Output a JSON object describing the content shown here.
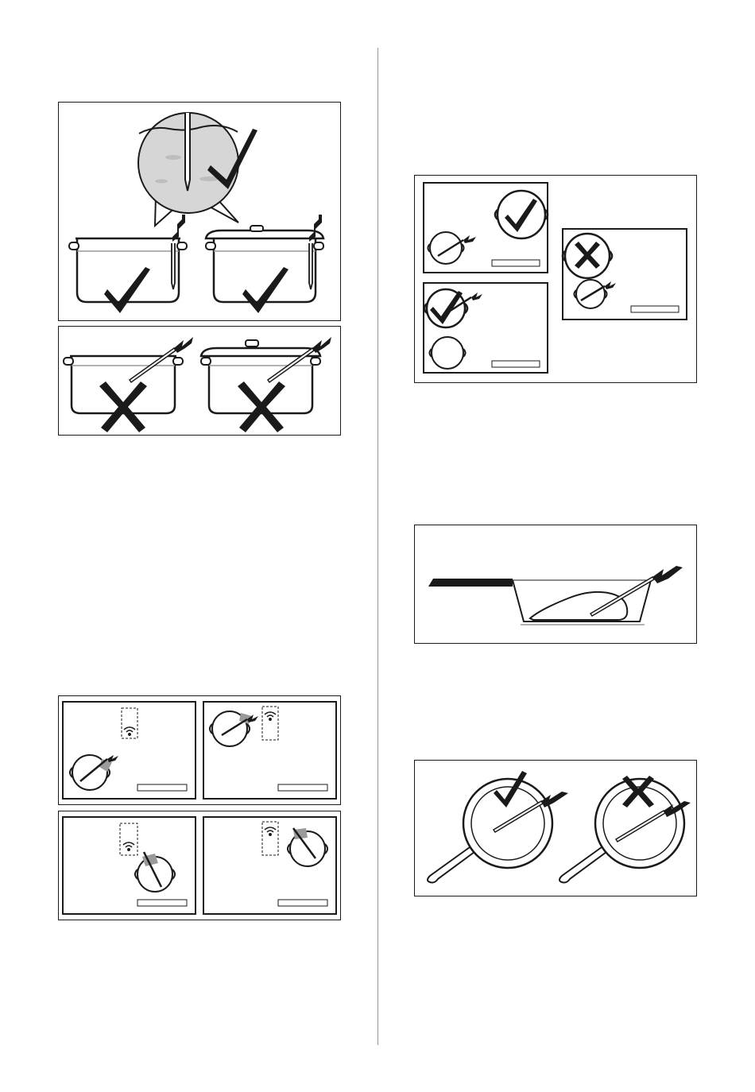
{
  "page": {
    "background": "#ffffff",
    "line_color": "#1a1a1a",
    "liquid_color": "#d6d6d6",
    "accent_gray": "#9a9a9a"
  },
  "figures": [
    {
      "name": "probe-in-pot-correct",
      "icons": [
        "check-icon",
        "pot-icon",
        "pot-with-lid-icon",
        "probe-icon"
      ]
    },
    {
      "name": "probe-in-pot-incorrect",
      "icons": [
        "cross-icon",
        "pot-icon",
        "pot-with-lid-icon",
        "probe-icon"
      ]
    },
    {
      "name": "probe-wifi-position-top",
      "icons": [
        "wifi-icon",
        "pot-icon",
        "probe-icon"
      ]
    },
    {
      "name": "probe-wifi-position-bottom",
      "icons": [
        "wifi-icon",
        "pot-icon",
        "probe-icon"
      ]
    },
    {
      "name": "cooking-zone-selection",
      "icons": [
        "check-icon",
        "cross-icon",
        "cooking-zone-icon",
        "probe-icon"
      ]
    },
    {
      "name": "probe-in-frying-pan",
      "icons": [
        "frying-pan-icon",
        "meat-icon",
        "probe-icon"
      ]
    },
    {
      "name": "probe-in-pan-top-view",
      "icons": [
        "check-icon",
        "cross-icon",
        "frying-pan-icon",
        "probe-icon"
      ]
    }
  ]
}
